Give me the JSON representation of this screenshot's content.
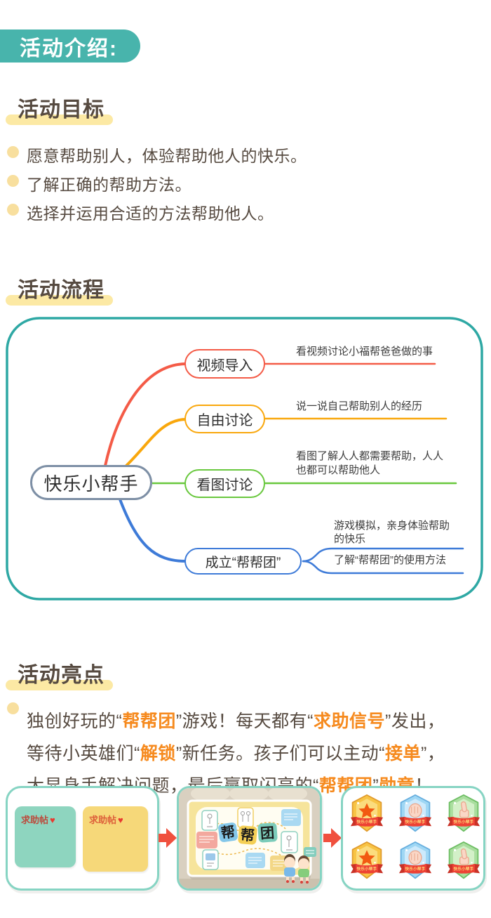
{
  "colors": {
    "badge_teal": "#48b4ac",
    "box_border_teal": "#2ea8a4",
    "heading_highlight_yellow": "#fce9a4",
    "bullet_yellow": "#f8df9e",
    "text_dark": "#564a40",
    "accent_orange": "#f68a1e",
    "branch_red": "#f45b47",
    "branch_orange": "#f9a70c",
    "branch_green": "#69c83e",
    "branch_blue": "#3e7bd8",
    "root_border_gray": "#7d8fa5",
    "card_border_teal": "#86d4c3",
    "arrow_red": "#f0503e"
  },
  "header": {
    "badge_label": "活动介绍:"
  },
  "goals": {
    "heading": "活动目标",
    "items": [
      "愿意帮助别人，体验帮助他人的快乐。",
      "了解正确的帮助方法。",
      "选择并运用合适的方法帮助他人。"
    ]
  },
  "flow": {
    "heading": "活动流程",
    "mindmap": {
      "root_label": "快乐小帮手",
      "branches": [
        {
          "label": "视频导入",
          "note": "看视频讨论小福帮爸爸做的事"
        },
        {
          "label": "自由讨论",
          "note": "说一说自己帮助别人的经历"
        },
        {
          "label": "看图讨论",
          "note": "看图了解人人都需要帮助，人人\n也都可以帮助他人"
        },
        {
          "label": "成立“帮帮团”",
          "note_top": "游戏模拟，亲身体验帮助\n的快乐",
          "note_bottom": "了解“帮帮团”的使用方法"
        }
      ]
    }
  },
  "highlights": {
    "heading": "活动亮点",
    "line1": {
      "s0": "独创好玩的“",
      "s1": "帮帮团",
      "s2": "”游戏！每天都有“",
      "s3": "求助信号",
      "s4": "”发出，"
    },
    "line2": {
      "s0": "等待小英雄们“",
      "s1": "解锁",
      "s2": "”新任务。孩子们可以主动“",
      "s3": "接单",
      "s4": "”，"
    },
    "line3": {
      "s0": "大显身手解决问题，最后赢取闪亮的“",
      "s1": "帮帮团",
      "s2": "”",
      "s3": "勋章",
      "s4": "！"
    }
  },
  "footer": {
    "sticky_notes": [
      {
        "label": "求助帖",
        "heart": "♥"
      },
      {
        "label": "求助帖",
        "heart": "♥"
      }
    ],
    "board": {
      "title_chars": [
        "帮",
        "帮",
        "团"
      ]
    },
    "badges": {
      "ribbon_label": "快乐小帮手"
    }
  }
}
